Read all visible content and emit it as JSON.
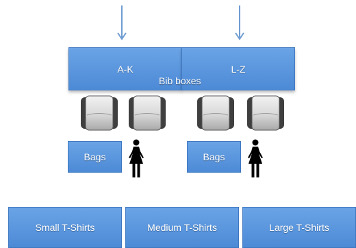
{
  "stations": {
    "left_label": "A-K",
    "right_label": "L-Z"
  },
  "bib_label": "Bib boxes",
  "bags": {
    "left_label": "Bags",
    "right_label": "Bags"
  },
  "tshirts": {
    "small": "Small T-Shirts",
    "medium": "Medium T-Shirts",
    "large": "Large T-Shirts"
  },
  "colors": {
    "box_fill": "#5b96de",
    "box_border": "#3f78c0",
    "arrow": "#6f9cd2",
    "person": "#000000"
  },
  "icons": {
    "bib_box": "bib-box-icon",
    "person": "woman-icon",
    "arrow": "arrow-down-icon"
  }
}
